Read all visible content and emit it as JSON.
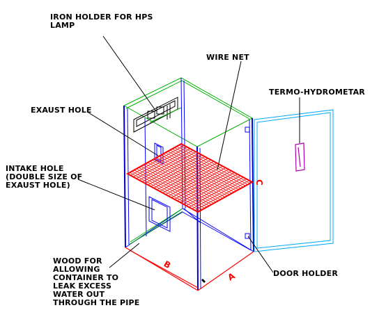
{
  "labels": {
    "iron_holder": [
      "IRON HOLDER FOR HPS",
      "LAMP"
    ],
    "wire_net": "WIRE NET",
    "termo": "TERMO-HYDROMETAR",
    "exaust": "EXAUST HOLE",
    "intake": [
      "INTAKE HOLE",
      "(DOUBLE SIZE OF",
      "EXAUST HOLE)"
    ],
    "wood": [
      "WOOD FOR",
      "ALLOWING",
      "CONTAINER TO",
      "LEAK EXCESS",
      "WATER OUT",
      "THROUGH THE PIPE"
    ],
    "door_holder": "DOOR HOLDER"
  },
  "dimensions": {
    "a": "A",
    "b": "B",
    "c": "C"
  },
  "colors": {
    "frame": "#0000ff",
    "top_edges": "#00b000",
    "net": "#ff0000",
    "door": "#00aaff",
    "meter": "#aa00aa"
  }
}
